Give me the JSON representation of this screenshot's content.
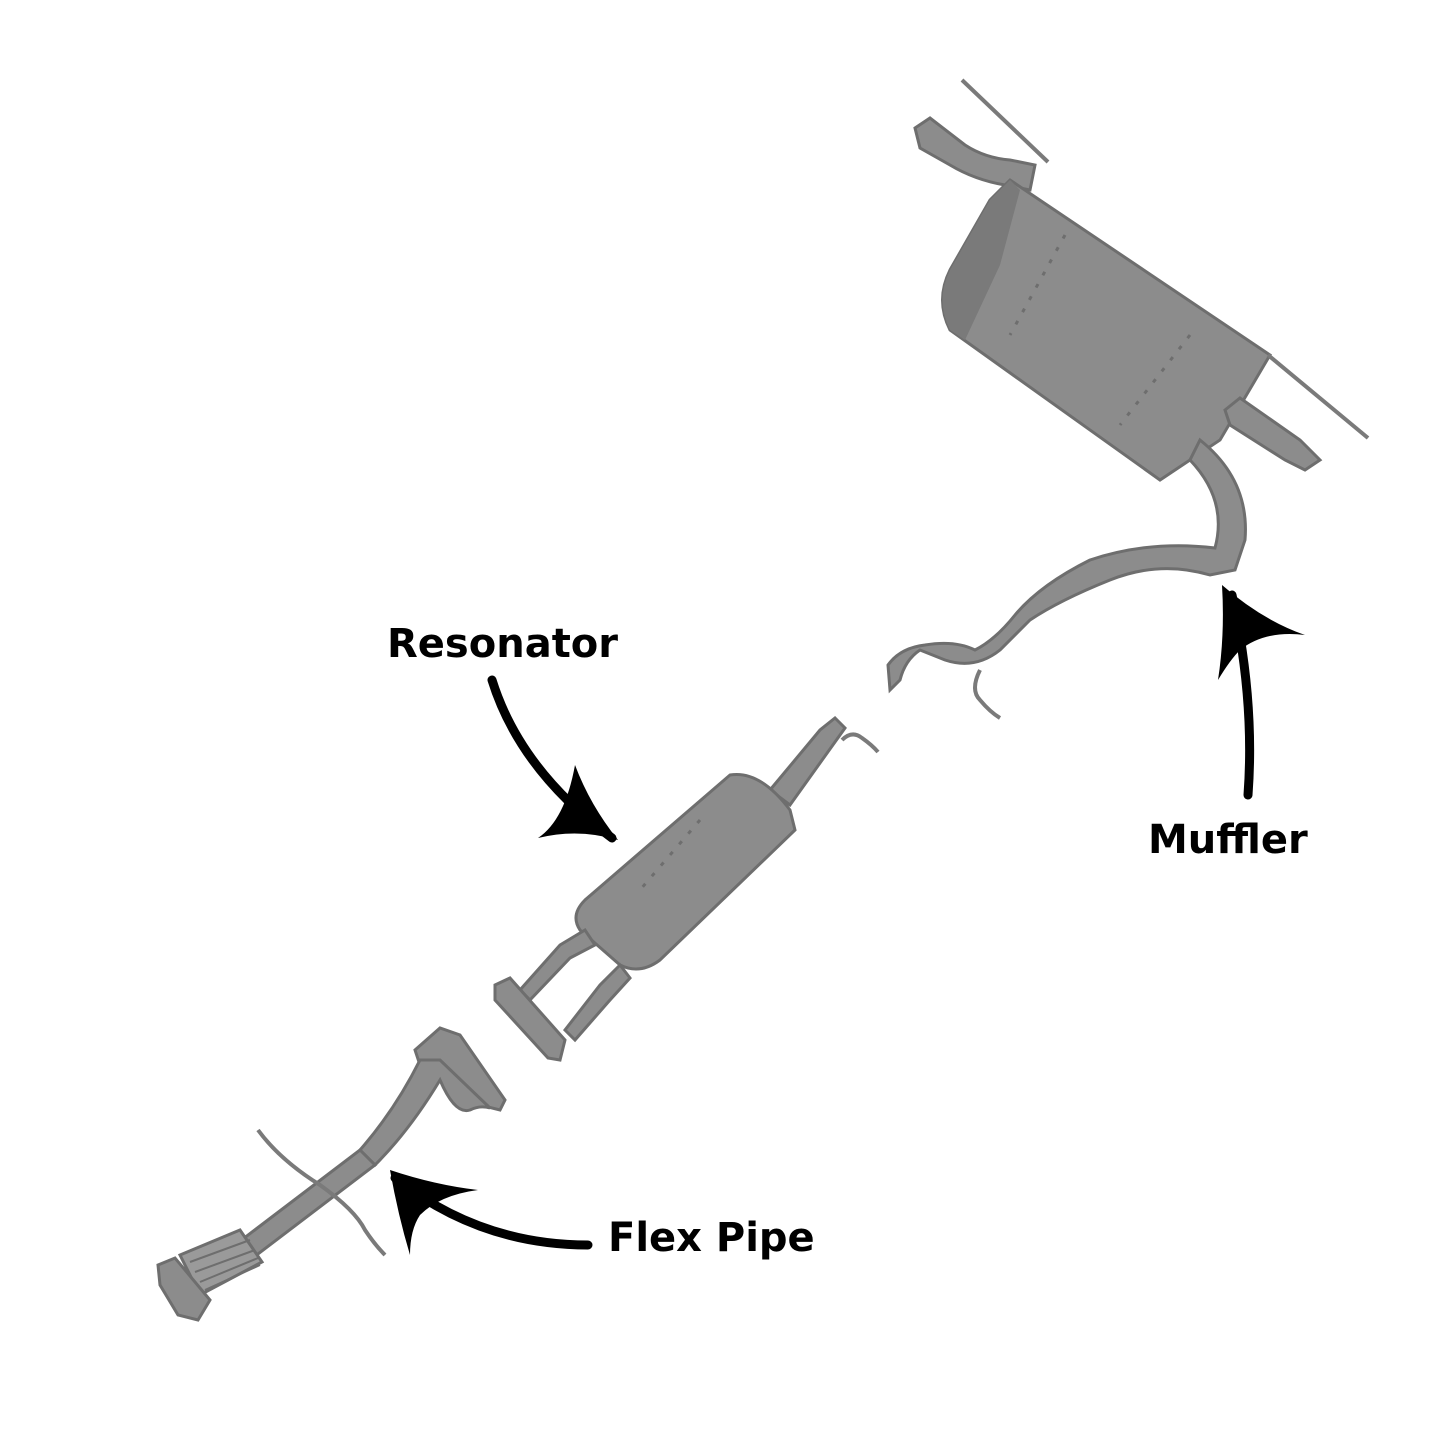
{
  "labels": {
    "resonator": "Resonator",
    "muffler": "Muffler",
    "flex_pipe": "Flex Pipe"
  },
  "colors": {
    "part_fill": "#8c8c8c",
    "part_dark": "#6e6e6e",
    "part_light": "#a6a6a6",
    "arrow": "#000000",
    "background": "#ffffff"
  }
}
